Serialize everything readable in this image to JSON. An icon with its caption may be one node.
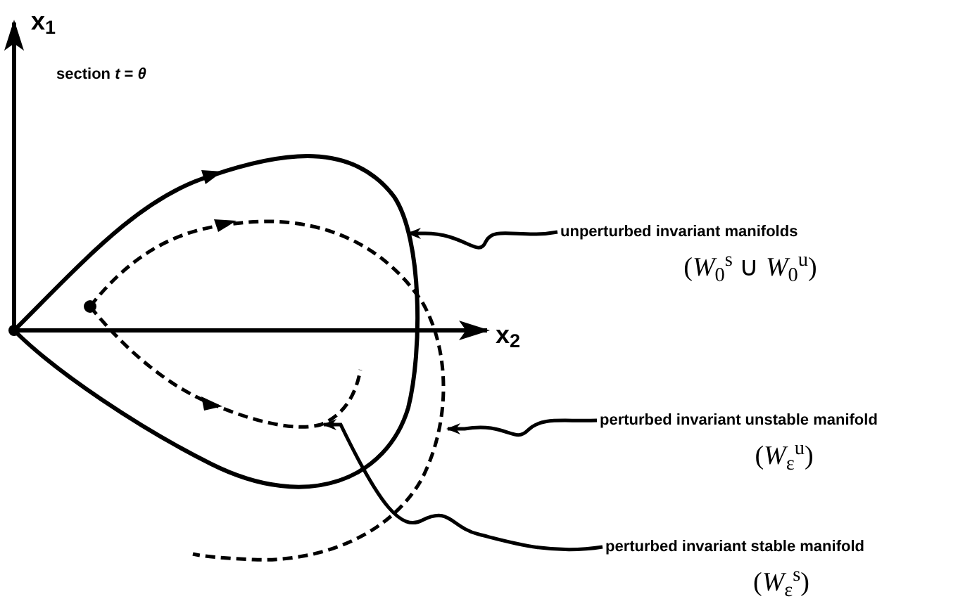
{
  "diagram": {
    "nodes": [
      {
        "text": [
          "unperturbed invariant manifolds",
          "(*W*$_{0}$$^{s}$ ∪ *W*$_{0}$$^{u}$)"
        ]
      },
      {
        "text": [
          "perturbed invariant unstable manifold",
          "(*W*$_{ε}$$^{u}$)"
        ]
      },
      {
        "text": [
          "perturbed invariant stable manifold",
          "(*W*$_{ε}$$^{s}$)"
        ]
      }
    ],
    "edges": [
      {
        "from": 0,
        "to": null,
        "arrow": "to"
      },
      {
        "from": 1,
        "to": null,
        "arrow": "to"
      },
      {
        "from": 2,
        "to": null,
        "arrow": "to"
      }
    ],
    "labels": [
      "x$_{1}$",
      "section *t* = *θ*",
      "x$_{2}$"
    ]
  }
}
